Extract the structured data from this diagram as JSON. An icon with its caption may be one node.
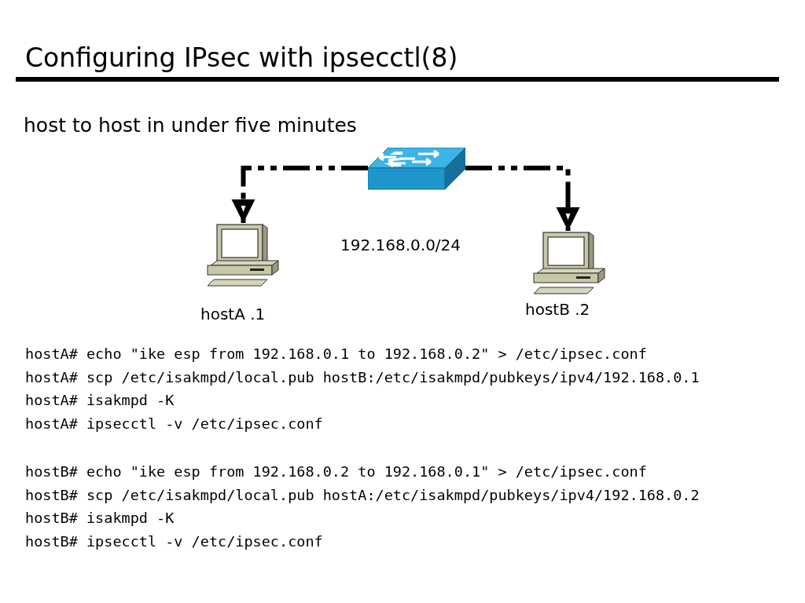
{
  "diagram": {
    "title": "Configuring IPsec with ipsecctl(8)",
    "nodes": [
      {
        "text": [],
        "shape": "picture"
      },
      {
        "text": [
          "hostA .1"
        ]
      },
      {
        "text": [
          "hostB .2"
        ]
      }
    ],
    "edges": [
      {
        "from": 0,
        "to": 1,
        "arrow": "to",
        "style": "dashed"
      },
      {
        "from": 0,
        "to": 2,
        "arrow": "to",
        "style": "dashed"
      }
    ],
    "labels": [
      "host to host in under five minutes",
      "192.168.0.0/24",
      "hostA# echo \"ike esp from 192.168.0.1 to 192.168.0.2\" > /etc/ipsec.conf",
      "hostA# scp /etc/isakmpd/local.pub hostB:/etc/isakmpd/pubkeys/ipv4/192.168.0.1",
      "hostA# isakmpd -K",
      "hostA# ipsecctl -v /etc/ipsec.conf",
      "hostB# echo \"ike esp from 192.168.0.2 to 192.168.0.1\" > /etc/ipsec.conf",
      "hostB# scp /etc/isakmpd/local.pub hostA:/etc/isakmpd/pubkeys/ipv4/192.168.0.2",
      "hostB# isakmpd -K",
      "hostB# ipsecctl -v /etc/ipsec.conf"
    ]
  }
}
